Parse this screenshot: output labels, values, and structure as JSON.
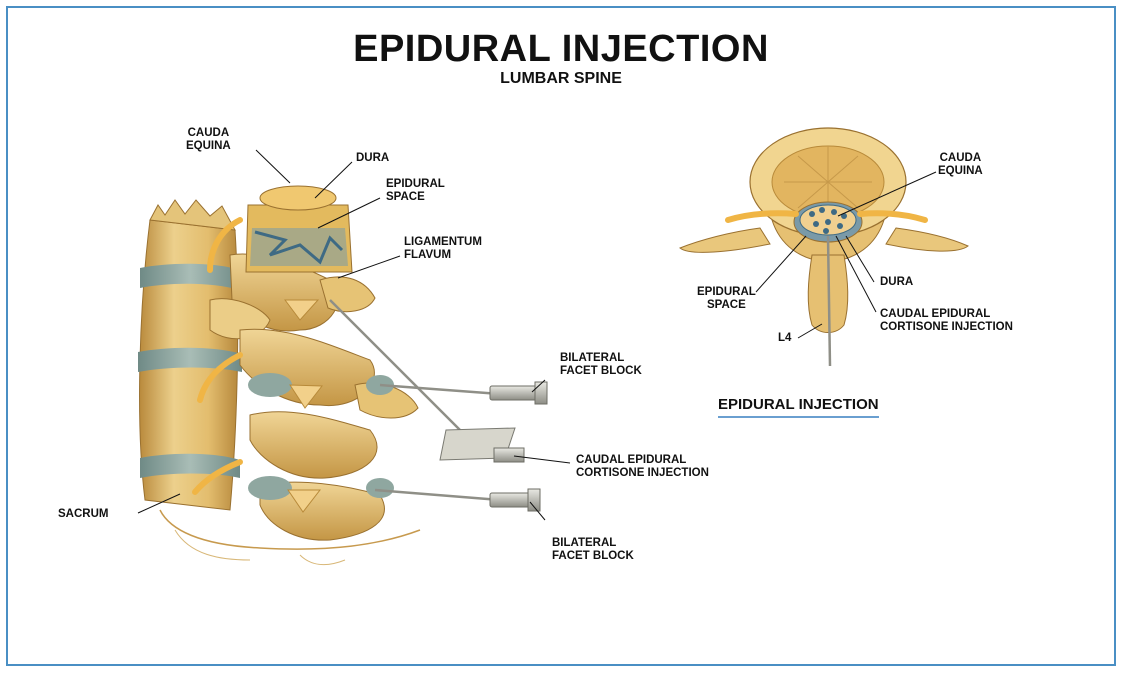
{
  "title": "EPIDURAL INJECTION",
  "subtitle": "LUMBAR SPINE",
  "left_labels": {
    "cauda_equina": "CAUDA\nEQUINA",
    "dura": "DURA",
    "epidural_space": "EPIDURAL\nSPACE",
    "ligamentum_flavum": "LIGAMENTUM\nFLAVUM",
    "bilateral_facet_block_top": "BILATERAL\nFACET BLOCK",
    "caudal_epidural": "CAUDAL EPIDURAL\nCORTISONE INJECTION",
    "sacrum": "SACRUM",
    "bilateral_facet_block_bottom": "BILATERAL\nFACET BLOCK"
  },
  "right_labels": {
    "cauda_equina": "CAUDA\nEQUINA",
    "dura": "DURA",
    "epidural_space": "EPIDURAL\nSPACE",
    "caudal_epidural": "CAUDAL EPIDURAL\nCORTISONE INJECTION",
    "l4": "L4"
  },
  "section_title": "EPIDURAL INJECTION",
  "colors": {
    "frame": "#4a8fc4",
    "bone": "#e8c77e",
    "bone_dark": "#b88a3a",
    "disc": "#8fa7a0",
    "nerve": "#f0b545",
    "underline": "#6a9fd0"
  }
}
